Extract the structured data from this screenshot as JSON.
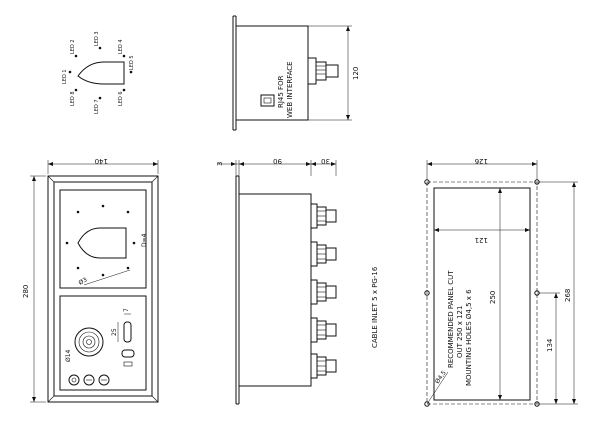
{
  "led_labels": {
    "led1": "LED 1",
    "led2": "LED 2",
    "led3": "LED 3",
    "led4": "LED 4",
    "led5": "LED 5",
    "led6": "LED 6",
    "led7": "LED 7",
    "led8": "LED 8"
  },
  "dimensions": {
    "side_height": "120",
    "front_width": "140",
    "front_height": "280",
    "hole_dia": "Ø3",
    "speaker_dia": "Ø14",
    "key_height": "25",
    "key_offset": "7",
    "led_spacing": "D=4",
    "flange": "3",
    "depth": "90",
    "gland_depth": "30",
    "panel_width": "126",
    "cutout_width": "121",
    "cutout_height": "250",
    "panel_height": "268",
    "hole_pitch": "134",
    "mount_hole": "Ø4,5"
  },
  "labels": {
    "rj45_line1": "RJ45 FOR",
    "rj45_line2": "WEB INTERFACE",
    "cable_inlet": "CABLE INLET 5 x PG-16",
    "panel_cut_line1": "RECOMMENDED PANEL CUT",
    "panel_cut_line2": "OUT 250 x 121",
    "panel_cut_line3": "MOUNTING HOLES Ø4,5 x 6"
  }
}
